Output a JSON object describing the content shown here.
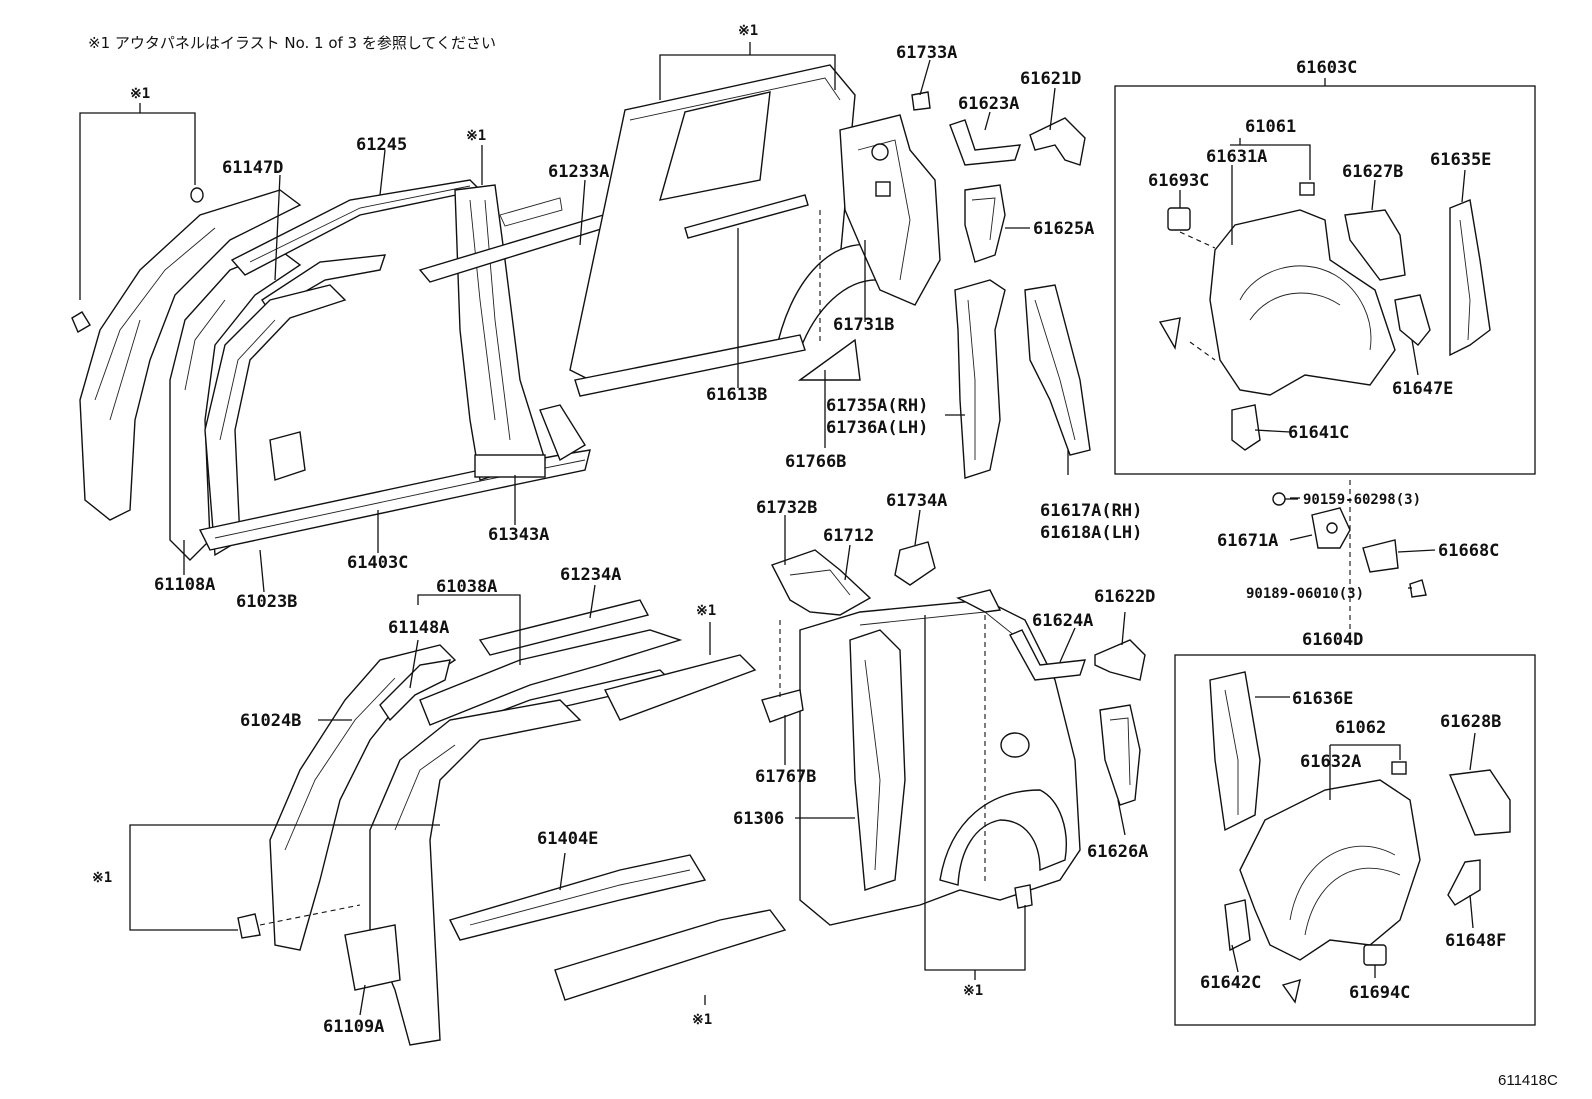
{
  "note": "※1  アウタパネルはイラスト  No. 1 of 3 を参照してください",
  "figure_code": "611418C",
  "ref_mark": "※1",
  "groups": {
    "g61603C": "61603C",
    "g61604D": "61604D",
    "g61061": "61061",
    "g61062": "61062",
    "g61038A": "61038A"
  },
  "parts": {
    "p61147D": "61147D",
    "p61245": "61245",
    "p61233A": "61233A",
    "p61733A": "61733A",
    "p61623A": "61623A",
    "p61621D": "61621D",
    "p61625A": "61625A",
    "p61731B": "61731B",
    "p61613B": "61613B",
    "p61735A": "61735A(RH)",
    "p61736A": "61736A(LH)",
    "p61766B": "61766B",
    "p61617A": "61617A(RH)",
    "p61618A": "61618A(LH)",
    "p61108A": "61108A",
    "p61023B": "61023B",
    "p61403C": "61403C",
    "p61343A": "61343A",
    "p61631A": "61631A",
    "p61693C": "61693C",
    "p61627B": "61627B",
    "p61635E": "61635E",
    "p61647E": "61647E",
    "p61641C": "61641C",
    "p61671A": "61671A",
    "p61668C": "61668C",
    "p61732B": "61732B",
    "p61712": "61712",
    "p61734A": "61734A",
    "p61624A": "61624A",
    "p61622D": "61622D",
    "p61148A": "61148A",
    "p61234A": "61234A",
    "p61024B": "61024B",
    "p61404E": "61404E",
    "p61109A": "61109A",
    "p61767B": "61767B",
    "p61306": "61306",
    "p61626A": "61626A",
    "p61636E": "61636E",
    "p61632A": "61632A",
    "p61628B": "61628B",
    "p61648F": "61648F",
    "p61642C": "61642C",
    "p61694C": "61694C"
  },
  "fasteners": {
    "f90159": "90159-60298(3)",
    "f90189": "90189-06010(3)"
  }
}
